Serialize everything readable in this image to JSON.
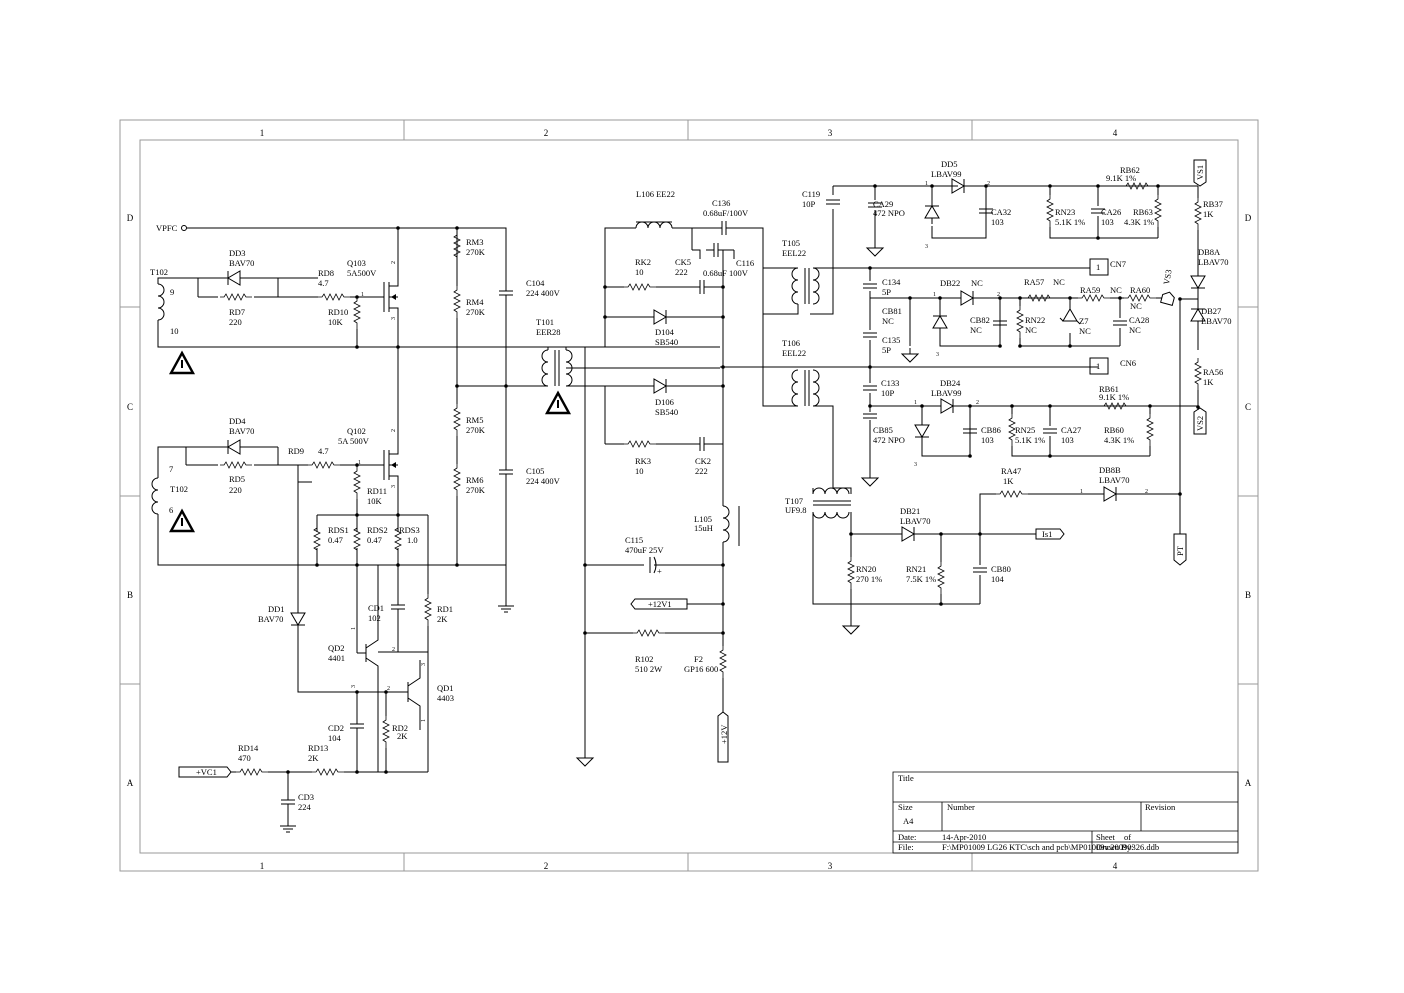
{
  "zones": {
    "columns": [
      "1",
      "2",
      "3",
      "4"
    ],
    "rows": [
      "D",
      "C",
      "B",
      "A"
    ]
  },
  "title_block": {
    "title_label": "Title",
    "size_label": "Size",
    "size_value": "A4",
    "number_label": "Number",
    "revision_label": "Revision",
    "date_label": "Date:",
    "date_value": "14-Apr-2010",
    "sheet_label": "Sheet",
    "of_label": "of",
    "file_label": "File:",
    "file_value": "F:\\MP01009 LG26 KTC\\sch and pcb\\MP01009v.20090326.ddb",
    "drawn_by_label": "Drawn By:"
  },
  "nets": {
    "vpfc": "VPFC",
    "vc1": "+VC1",
    "p12v1": "+12V1",
    "p12v": "+12V",
    "is1": "Is1",
    "vs1": "VS1",
    "vs2": "VS2",
    "vs3": "VS3",
    "pt": "PT",
    "cn7": "CN7",
    "cn6": "CN6",
    "one_a": "1",
    "one_b": "1"
  },
  "components": {
    "t102_top": "T102",
    "pin9": "9",
    "pin10": "10",
    "t102_bot": "T102",
    "pin7": "7",
    "pin6": "6",
    "dd3": "DD3",
    "dd3_val": "BAV70",
    "rd7": "RD7",
    "rd7_val": "220",
    "rd8": "RD8",
    "rd8_val": "4.7",
    "rd10": "RD10",
    "rd10_val": "10K",
    "q103": "Q103",
    "q103_val": "5A500V",
    "dd4": "DD4",
    "dd4_val": "BAV70",
    "rd5": "RD5",
    "rd5_val": "220",
    "rd9": "RD9",
    "rd9_val": "4.7",
    "q102": "Q102",
    "q102_val": "5A 500V",
    "rd11": "RD11",
    "rd11_val": "10K",
    "rds1": "RDS1",
    "rds1_val": "0.47",
    "rds2": "RDS2",
    "rds2_val": "0.47",
    "rds3": "RDS3",
    "rds3_val": "1.0",
    "dd1": "DD1",
    "dd1_val": "BAV70",
    "cd1": "CD1",
    "cd1_val": "102",
    "rd1": "RD1",
    "rd1_val": "2K",
    "qd2": "QD2",
    "qd2_val": "4401",
    "qd1": "QD1",
    "qd1_val": "4403",
    "cd2": "CD2",
    "cd2_val": "104",
    "rd2": "RD2",
    "rd2_val": "2K",
    "rd14": "RD14",
    "rd14_val": "470",
    "rd13": "RD13",
    "rd13_val": "2K",
    "cd3": "CD3",
    "cd3_val": "224",
    "rm3": "RM3",
    "rm3_val": "270K",
    "rm4": "RM4",
    "rm4_val": "270K",
    "rm5": "RM5",
    "rm5_val": "270K",
    "rm6": "RM6",
    "rm6_val": "270K",
    "c104": "C104",
    "c104_val": "224 400V",
    "c105": "C105",
    "c105_val": "224 400V",
    "t101": "T101",
    "t101_val": "EER28",
    "l106": "L106  EE22",
    "c136": "C136",
    "c136_val": "0.68uF/100V",
    "rk2": "RK2",
    "rk2_val": "10",
    "ck5": "CK5",
    "ck5_val": "222",
    "c116": "C116",
    "c116_val": "0.68uF 100V",
    "d104": "D104",
    "d104_val": "SB540",
    "d106": "D106",
    "d106_val": "SB540",
    "rk3": "RK3",
    "rk3_val": "10",
    "ck2": "CK2",
    "ck2_val": "222",
    "l105": "L105",
    "l105_val": "15uH",
    "c115": "C115",
    "c115_val": "470uF 25V",
    "c115_plus": "+",
    "r102": "R102",
    "r102_val": "510 2W",
    "f2": "F2",
    "f2_val": "GP16 600",
    "c119": "C119",
    "c119_val": "10P",
    "t105": "T105",
    "t105_val": "EEL22",
    "t106": "T106",
    "t106_val": "EEL22",
    "t107": "T107",
    "t107_val": "UF9.8",
    "dd5": "DD5",
    "dd5_val": "LBAV99",
    "ca29": "CA29",
    "ca29_val": "472 NPO",
    "ca32": "CA32",
    "ca32_val": "103",
    "rn23": "RN23",
    "rn23_val": "5.1K 1%",
    "ca26": "CA26",
    "ca26_val": "103",
    "rb63": "RB63",
    "rb63_val": "4.3K 1%",
    "rb62": "RB62",
    "rb62_val": "9.1K 1%",
    "rb37": "RB37",
    "rb37_val": "1K",
    "db8a": "DB8A",
    "db8a_val": "LBAV70",
    "db27": "DB27",
    "db27_val": "LBAV70",
    "ra56": "RA56",
    "ra56_val": "1K",
    "c134": "C134",
    "c134_val": "5P",
    "db22": "DB22",
    "db22_val": "NC",
    "cb81": "CB81",
    "cb81_val": "NC",
    "cb82": "CB82",
    "cb82_val": "NC",
    "rn22": "RN22",
    "rn22_val": "NC",
    "ra57": "RA57",
    "ra57_val": "NC",
    "z7": "Z7",
    "z7_val": "NC",
    "ra59": "RA59",
    "ra59_val": "NC",
    "ra60": "RA60",
    "ra60_val": "NC",
    "ca28": "CA28",
    "ca28_val": "NC",
    "c135": "C135",
    "c135_val": "5P",
    "c133": "C133",
    "c133_val": "10P",
    "db24": "DB24",
    "db24_val": "LBAV99",
    "cb85": "CB85",
    "cb85_val": "472 NPO",
    "cb86": "CB86",
    "cb86_val": "103",
    "rn25": "RN25",
    "rn25_val": "5.1K 1%",
    "ca27": "CA27",
    "ca27_val": "103",
    "rb60": "RB60",
    "rb60_val": "4.3K 1%",
    "rb61": "RB61",
    "rb61_val": "9.1K 1%",
    "ra47": "RA47",
    "ra47_val": "1K",
    "db8b": "DB8B",
    "db8b_val": "LBAV70",
    "db21": "DB21",
    "db21_val": "LBAV70",
    "rn20": "RN20",
    "rn20_val": "270 1%",
    "rn21": "RN21",
    "rn21_val": "7.5K 1%",
    "cb80": "CB80",
    "cb80_val": "104"
  },
  "pins": {
    "p1": "1",
    "p2": "2",
    "p3": "3"
  }
}
